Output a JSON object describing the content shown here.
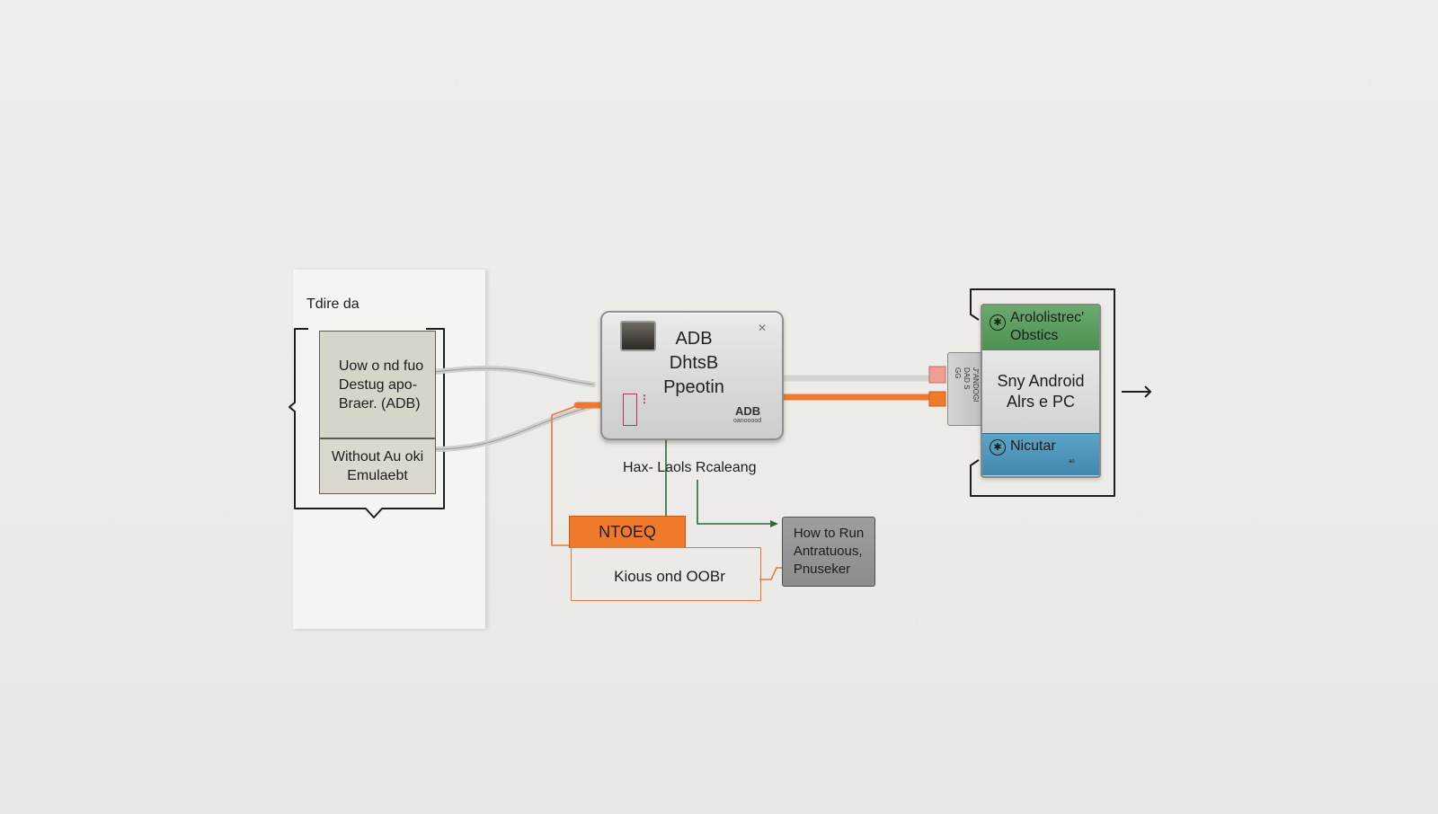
{
  "left": {
    "caption": "Tdire da",
    "top_box": "Uow o nd fuo\nDestug apo-\nBraer. (ADB)",
    "bottom_box": "Without Au oki\nEmulaebt"
  },
  "device": {
    "title": "ADB\nDhtsB\nPpeotin",
    "logo": "ADB",
    "sub": "oanooood"
  },
  "right": {
    "connector_text": "J\"ANDOGI\nDAD S GG",
    "green": "Arololistrec'\nObstics",
    "middle": "Sny Android\nAlrs e PC",
    "blue": "Nicutar"
  },
  "bottom": {
    "mid_label": "Hax- Laols Rcaleang",
    "tab": "NTOEQ",
    "box": "Kious ond OOBr",
    "grey_box": "How to Run\nAntratuous,\nPnuseker"
  },
  "colors": {
    "orange": "#ef7a2c",
    "green": "#5a9c5e",
    "blue": "#4d95b8",
    "grey": "#959595",
    "beige": "#d7d4c9"
  },
  "icons": [
    "bluetooth-badge-icon",
    "bluetooth-badge-icon",
    "arrow-right-icon"
  ]
}
